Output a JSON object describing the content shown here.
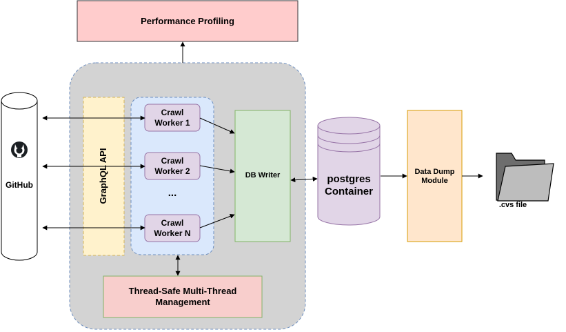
{
  "diagram": {
    "top_box": "Performance Profiling",
    "github": "GitHub",
    "graphql_api": "GraphQL API",
    "workers": [
      "Crawl\nWorker 1",
      "Crawl\nWorker 2",
      "Crawl\nWorker N"
    ],
    "ellipsis": "...",
    "db_writer": "DB Writer",
    "postgres": "postgres\nContainer",
    "data_dump": "Data Dump\nModule",
    "thread_mgmt": "Thread-Safe Multi-Thread\nManagement",
    "file_label": ".cvs file"
  },
  "colors": {
    "performance_fill": "#ffcccc",
    "performance_stroke": "#36393d",
    "container_fill": "#d3d3d3",
    "container_stroke": "#6c8ebf",
    "graphql_fill": "#fff2cc",
    "graphql_stroke": "#d6b656",
    "worker_group_fill": "#dae8fc",
    "worker_fill": "#e1d5e7",
    "worker_stroke": "#9673a6",
    "dbwriter_fill": "#d5e8d4",
    "dbwriter_stroke": "#82b366",
    "postgres_fill": "#e1d5e7",
    "datadump_fill": "#ffe6cc",
    "datadump_stroke": "#d79b00",
    "thread_fill": "#f8cecc",
    "thread_stroke": "#82b366",
    "folder_dark": "#6d6d6d",
    "folder_light": "#bdbdbd"
  },
  "icons": {
    "github": "github-octocat-icon",
    "folder": "folder-icon"
  }
}
